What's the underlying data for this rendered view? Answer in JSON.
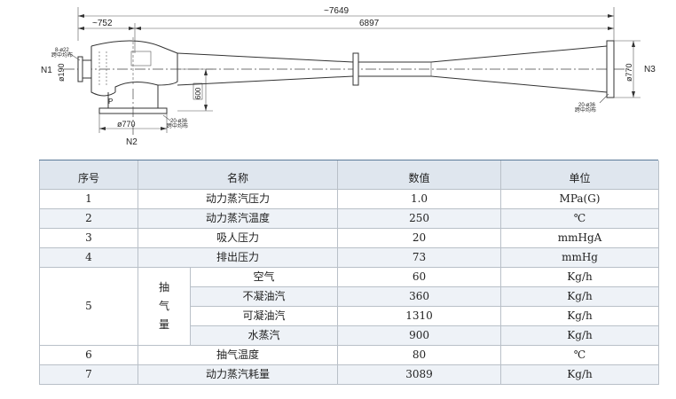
{
  "drawing": {
    "dim_overall": "~7649",
    "dim_left": "~752",
    "dim_main": "6897",
    "label_n1": "N1",
    "label_n2": "N2",
    "label_n3": "N3",
    "label_p": "P",
    "dia_n1": "ø190",
    "dia_n2": "ø770",
    "dia_n3": "ø770",
    "height_600": "600",
    "note_n1_line1": "8-ø22",
    "note_n1_line2": "跨中均布",
    "note_n2_line1": "20-ø36",
    "note_n2_line2": "跨中均布",
    "note_n3_line1": "20-ø36",
    "note_n3_line2": "跨中均布"
  },
  "table": {
    "headers": [
      "序号",
      "名称",
      "数值",
      "单位"
    ],
    "group_label": [
      "抽",
      "气",
      "量"
    ],
    "rows": [
      {
        "no": "1",
        "name": "动力蒸汽压力",
        "value": "1.0",
        "unit": "MPa(G)"
      },
      {
        "no": "2",
        "name": "动力蒸汽温度",
        "value": "250",
        "unit": "℃"
      },
      {
        "no": "3",
        "name": "吸人压力",
        "value": "20",
        "unit": "mmHgA"
      },
      {
        "no": "4",
        "name": "排出压力",
        "value": "73",
        "unit": "mmHg"
      },
      {
        "no": "5",
        "name": "空气",
        "value": "60",
        "unit": "Kg/h"
      },
      {
        "no": "",
        "name": "不凝油汽",
        "value": "360",
        "unit": "Kg/h"
      },
      {
        "no": "",
        "name": "可凝油汽",
        "value": "1310",
        "unit": "Kg/h"
      },
      {
        "no": "",
        "name": "水蒸汽",
        "value": "900",
        "unit": "Kg/h"
      },
      {
        "no": "6",
        "name": "抽气温度",
        "value": "80",
        "unit": "℃"
      },
      {
        "no": "7",
        "name": "动力蒸汽耗量",
        "value": "3089",
        "unit": "Kg/h"
      }
    ]
  }
}
